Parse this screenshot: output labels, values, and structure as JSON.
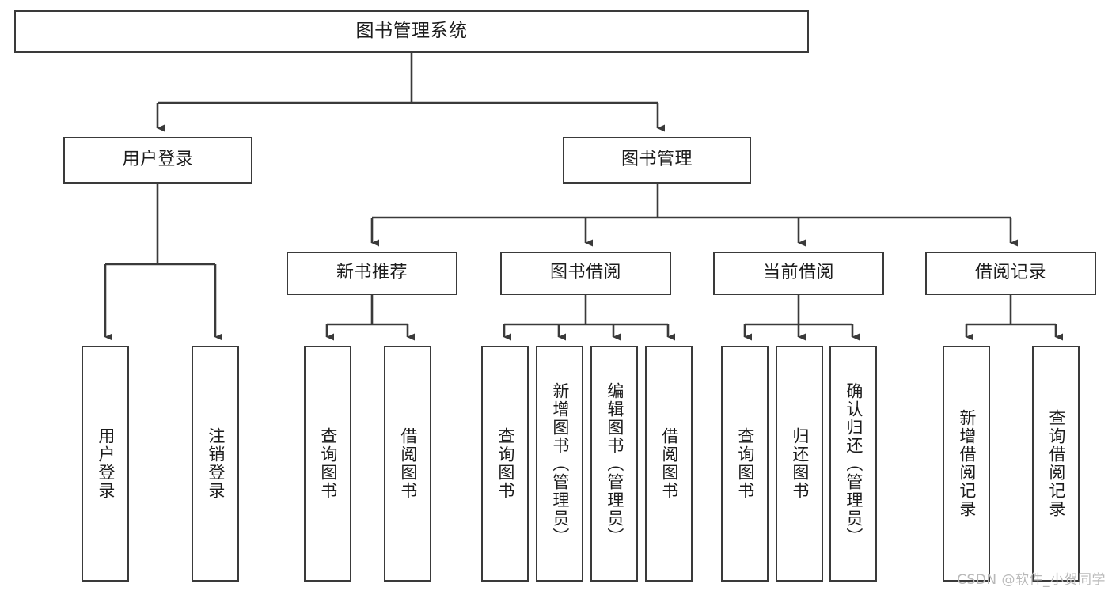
{
  "diagram": {
    "title": "图书管理系统",
    "type": "hierarchy-tree",
    "colors": {
      "box_border": "#3a3a3a",
      "box_fill": "#ffffff",
      "connector": "#3a3a3a",
      "background": "#ffffff",
      "watermark": "#b9b9b9"
    },
    "levels": {
      "root": {
        "label": "图书管理系统"
      },
      "level2": [
        {
          "label": "用户登录"
        },
        {
          "label": "图书管理"
        }
      ],
      "level3": [
        {
          "label": "新书推荐"
        },
        {
          "label": "图书借阅"
        },
        {
          "label": "当前借阅"
        },
        {
          "label": "借阅记录"
        }
      ],
      "leaves": {
        "user_login": [
          {
            "label": "用户登录"
          },
          {
            "label": "注销登录"
          }
        ],
        "new_book_recommend": [
          {
            "label": "查询图书"
          },
          {
            "label": "借阅图书"
          }
        ],
        "book_borrow": [
          {
            "label": "查询图书"
          },
          {
            "label": "新增图书（管理员）"
          },
          {
            "label": "编辑图书（管理员）"
          },
          {
            "label": "借阅图书"
          }
        ],
        "current_borrow": [
          {
            "label": "查询图书"
          },
          {
            "label": "归还图书"
          },
          {
            "label": "确认归还（管理员）"
          }
        ],
        "borrow_record": [
          {
            "label": "新增借阅记录"
          },
          {
            "label": "查询借阅记录"
          }
        ]
      }
    },
    "watermark": "CSDN @软件_小贺同学"
  }
}
